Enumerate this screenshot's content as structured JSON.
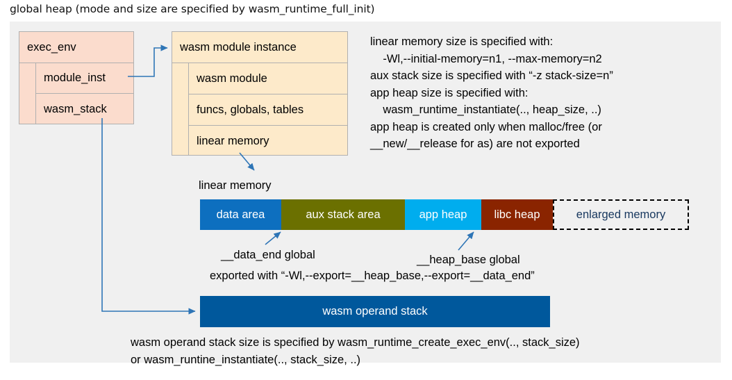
{
  "title": "global heap (mode and size are specified by wasm_runtime_full_init)",
  "colors": {
    "panel_background": "#f0f0f0",
    "exec_env_fill": "#fbdccd",
    "module_instance_fill": "#fdeaca",
    "box_border": "#b0b0b0",
    "connector_blue": "#2e75b6",
    "data_area": "#0d6fbf",
    "aux_stack_area": "#6b7000",
    "app_heap": "#00adee",
    "libc_heap": "#8a2400",
    "enlarged_memory_text": "#17375e",
    "operand_stack": "#00589c"
  },
  "exec_env": {
    "header": "exec_env",
    "fields": [
      {
        "label": "module_inst"
      },
      {
        "label": "wasm_stack"
      }
    ]
  },
  "module_instance": {
    "header": "wasm module instance",
    "fields": [
      {
        "label": "wasm module"
      },
      {
        "label": "funcs, globals, tables"
      },
      {
        "label": "linear memory"
      }
    ]
  },
  "description": "linear memory size is specified with:\n    -Wl,--initial-memory=n1, --max-memory=n2\naux stack size is specified with “-z stack-size=n”\napp heap size is specified with:\n    wasm_runtime_instantiate(.., heap_size, ..)\napp heap is created only when malloc/free (or\n__new/__release for as) are not exported",
  "linear_memory": {
    "caption": "linear memory",
    "segments": [
      {
        "label": "data area",
        "color": "#0d6fbf",
        "width": 117
      },
      {
        "label": "aux stack area",
        "color": "#6b7000",
        "width": 178
      },
      {
        "label": "app heap",
        "color": "#00adee",
        "width": 110
      },
      {
        "label": "libc heap",
        "color": "#8a2400",
        "width": 103
      },
      {
        "label": "enlarged memory",
        "color": "#f0f0f0",
        "width": 196
      }
    ]
  },
  "annotations": {
    "data_end": "__data_end global",
    "heap_base": "__heap_base global",
    "exported": "exported with “-Wl,--export=__heap_base,--export=__data_end”"
  },
  "operand_stack": {
    "label": "wasm operand stack",
    "note": "wasm operand stack size is specified by wasm_runtime_create_exec_env(.., stack_size)\nor wasm_runtine_instantiate(.., stack_size, ..)"
  }
}
